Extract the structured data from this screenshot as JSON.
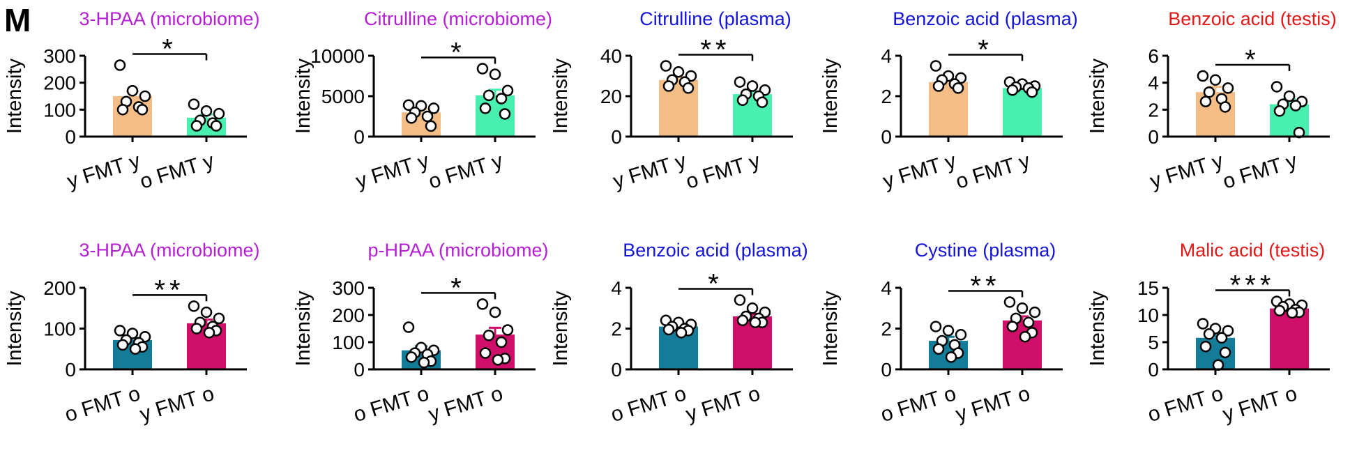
{
  "panel_letter": "M",
  "y_axis_label": "Intensity",
  "colors": {
    "microbiome": "#b41fd3",
    "plasma": "#1414d6",
    "testis": "#e01818",
    "y_fmt_y": "#f4bd85",
    "o_fmt_y": "#48efaf",
    "o_fmt_o": "#137d99",
    "y_fmt_o": "#cf0f69"
  },
  "chart_data": [
    {
      "type": "bar",
      "title": "3-HPAA (microbiome)",
      "title_color": "#b41fd3",
      "ylabel": "Intensity",
      "ylim": [
        0,
        300
      ],
      "yticks": [
        0,
        100,
        200,
        300
      ],
      "categories": [
        "y FMT y",
        "o FMT y"
      ],
      "colors": [
        "#f4bd85",
        "#48efaf"
      ],
      "values": [
        150,
        70
      ],
      "sem": [
        18,
        12
      ],
      "points": [
        [
          265,
          170,
          150,
          130,
          110,
          100,
          100
        ],
        [
          120,
          95,
          85,
          60,
          50,
          40,
          40
        ]
      ],
      "significance": "*"
    },
    {
      "type": "bar",
      "title": "Citrulline (microbiome)",
      "title_color": "#b41fd3",
      "ylabel": "Intensity",
      "ylim": [
        0,
        10000
      ],
      "yticks": [
        0,
        5000,
        10000
      ],
      "categories": [
        "y FMT y",
        "o FMT y"
      ],
      "colors": [
        "#f4bd85",
        "#48efaf"
      ],
      "values": [
        3000,
        5100
      ],
      "sem": [
        400,
        700
      ],
      "points": [
        [
          3900,
          3800,
          3500,
          3000,
          2500,
          2300,
          1300
        ],
        [
          8400,
          7700,
          5700,
          5100,
          4700,
          3500,
          2800
        ]
      ],
      "significance": "*"
    },
    {
      "type": "bar",
      "title": "Citrulline (plasma)",
      "title_color": "#1414d6",
      "ylabel": "Intensity",
      "ylim": [
        0,
        40
      ],
      "yticks": [
        0,
        20,
        40
      ],
      "categories": [
        "y FMT y",
        "o FMT y"
      ],
      "colors": [
        "#f4bd85",
        "#48efaf"
      ],
      "values": [
        28,
        21
      ],
      "sem": [
        1.5,
        1.3
      ],
      "points": [
        [
          35,
          32,
          30,
          28,
          27,
          25,
          24
        ],
        [
          27,
          25,
          23,
          21,
          20,
          18,
          17
        ]
      ],
      "significance": "**"
    },
    {
      "type": "bar",
      "title": "Benzoic acid (plasma)",
      "title_color": "#1414d6",
      "ylabel": "Intensity",
      "ylim": [
        0,
        4
      ],
      "yticks": [
        0,
        2,
        4
      ],
      "categories": [
        "y FMT y",
        "o FMT y"
      ],
      "colors": [
        "#f4bd85",
        "#48efaf"
      ],
      "values": [
        2.7,
        2.4
      ],
      "sem": [
        0.12,
        0.07
      ],
      "points": [
        [
          3.5,
          3.0,
          2.9,
          2.8,
          2.6,
          2.5,
          2.4
        ],
        [
          2.7,
          2.6,
          2.5,
          2.45,
          2.4,
          2.3,
          2.2
        ]
      ],
      "significance": "*"
    },
    {
      "type": "bar",
      "title": "Benzoic acid (testis)",
      "title_color": "#e01818",
      "ylabel": "Intensity",
      "ylim": [
        0,
        6
      ],
      "yticks": [
        0,
        2,
        4,
        6
      ],
      "categories": [
        "y FMT y",
        "o FMT y"
      ],
      "colors": [
        "#f4bd85",
        "#48efaf"
      ],
      "values": [
        3.3,
        2.4
      ],
      "sem": [
        0.4,
        0.4
      ],
      "points": [
        [
          4.5,
          4.2,
          3.6,
          3.3,
          2.8,
          2.6,
          2.2
        ],
        [
          3.7,
          3.0,
          2.6,
          2.4,
          2.3,
          1.9,
          0.3
        ]
      ],
      "significance": "*"
    },
    {
      "type": "bar",
      "title": "3-HPAA (microbiome)",
      "title_color": "#b41fd3",
      "ylabel": "Intensity",
      "ylim": [
        0,
        200
      ],
      "yticks": [
        0,
        100,
        200
      ],
      "categories": [
        "o FMT o",
        "y FMT o"
      ],
      "colors": [
        "#137d99",
        "#cf0f69"
      ],
      "values": [
        72,
        113
      ],
      "sem": [
        5,
        9
      ],
      "points": [
        [
          95,
          88,
          80,
          72,
          65,
          60,
          55,
          50
        ],
        [
          155,
          140,
          125,
          115,
          105,
          100,
          95,
          90
        ]
      ],
      "significance": "**"
    },
    {
      "type": "bar",
      "title": "p-HPAA (microbiome)",
      "title_color": "#b41fd3",
      "ylabel": "Intensity",
      "ylim": [
        0,
        300
      ],
      "yticks": [
        0,
        100,
        200,
        300
      ],
      "categories": [
        "o FMT o",
        "y FMT o"
      ],
      "colors": [
        "#137d99",
        "#cf0f69"
      ],
      "values": [
        70,
        128
      ],
      "sem": [
        15,
        25
      ],
      "points": [
        [
          155,
          80,
          70,
          60,
          55,
          45,
          30,
          25
        ],
        [
          240,
          210,
          145,
          125,
          100,
          60,
          40,
          35
        ]
      ],
      "significance": "*"
    },
    {
      "type": "bar",
      "title": "Benzoic acid (plasma)",
      "title_color": "#1414d6",
      "ylabel": "Intensity",
      "ylim": [
        0,
        4
      ],
      "yticks": [
        0,
        2,
        4
      ],
      "categories": [
        "o FMT o",
        "y FMT o"
      ],
      "colors": [
        "#137d99",
        "#cf0f69"
      ],
      "values": [
        2.1,
        2.6
      ],
      "sem": [
        0.08,
        0.12
      ],
      "points": [
        [
          2.4,
          2.3,
          2.2,
          2.1,
          2.0,
          1.95,
          1.9,
          1.8
        ],
        [
          3.4,
          3.0,
          2.8,
          2.6,
          2.5,
          2.4,
          2.3,
          2.3
        ]
      ],
      "significance": "*"
    },
    {
      "type": "bar",
      "title": "Cystine (plasma)",
      "title_color": "#1414d6",
      "ylabel": "Intensity",
      "ylim": [
        0,
        4
      ],
      "yticks": [
        0,
        2,
        4
      ],
      "categories": [
        "o FMT o",
        "y FMT o"
      ],
      "colors": [
        "#137d99",
        "#cf0f69"
      ],
      "values": [
        1.4,
        2.4
      ],
      "sem": [
        0.2,
        0.2
      ],
      "points": [
        [
          2.1,
          1.9,
          1.7,
          1.4,
          1.2,
          1.0,
          0.8,
          0.6
        ],
        [
          3.3,
          3.0,
          2.8,
          2.5,
          2.3,
          2.1,
          1.8,
          1.6
        ]
      ],
      "significance": "**"
    },
    {
      "type": "bar",
      "title": "Malic acid (testis)",
      "title_color": "#e01818",
      "ylabel": "Intensity",
      "ylim": [
        0,
        15
      ],
      "yticks": [
        0,
        5,
        10,
        15
      ],
      "categories": [
        "o FMT o",
        "y FMT o"
      ],
      "colors": [
        "#137d99",
        "#cf0f69"
      ],
      "values": [
        5.8,
        11.2
      ],
      "sem": [
        0.9,
        0.4
      ],
      "points": [
        [
          8.4,
          7.5,
          7.1,
          6.5,
          5.8,
          4.2,
          3.1,
          0.8
        ],
        [
          12.5,
          12,
          11.8,
          11.5,
          11,
          10.8,
          10.5,
          10.4
        ]
      ],
      "significance": "***"
    }
  ]
}
